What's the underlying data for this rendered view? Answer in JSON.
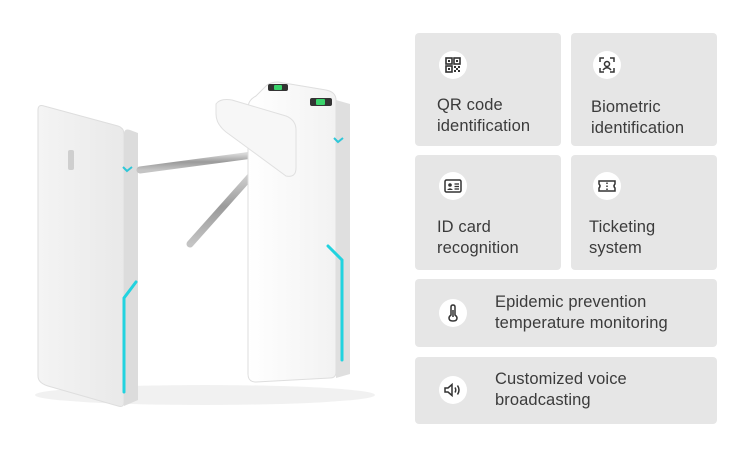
{
  "features": {
    "qr": {
      "label": "QR code\nidentification",
      "icon": "qr-code-icon"
    },
    "biometric": {
      "label": "Biometric\nidentification",
      "icon": "face-scan-icon"
    },
    "idcard": {
      "label": "ID card\nrecognition",
      "icon": "id-card-icon"
    },
    "ticketing": {
      "label": "Ticketing\nsystem",
      "icon": "ticket-icon"
    },
    "temperature": {
      "label": "Epidemic prevention\ntemperature monitoring",
      "icon": "thermometer-icon"
    },
    "voice": {
      "label": "Customized voice\nbroadcasting",
      "icon": "speaker-icon"
    }
  },
  "colors": {
    "card_bg": "#e6e6e6",
    "accent_light": "#1fd0d8",
    "indicator_green": "#3ad36b"
  }
}
